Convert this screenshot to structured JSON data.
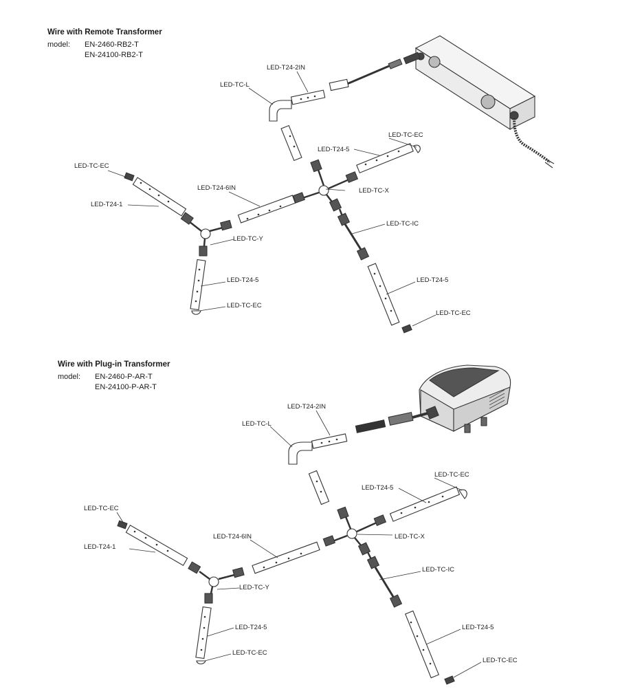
{
  "diagrams": [
    {
      "title": "Wire with Remote Transformer",
      "model_label": "model:",
      "models": [
        "EN-2460-RB2-T",
        "EN-24100-RB2-T"
      ],
      "labels": {
        "t24_2in": "LED-T24-2IN",
        "tc_l": "LED-TC-L",
        "tc_ec_right": "LED-TC-EC",
        "t24_5_upper": "LED-T24-5",
        "tc_ec_left": "LED-TC-EC",
        "t24_6in": "LED-T24-6IN",
        "tc_x": "LED-TC-X",
        "t24_1": "LED-T24-1",
        "tc_ic": "LED-TC-IC",
        "tc_y": "LED-TC-Y",
        "t24_5_left": "LED-T24-5",
        "t24_5_right": "LED-T24-5",
        "tc_ec_bottom_left": "LED-TC-EC",
        "tc_ec_bottom_right": "LED-TC-EC"
      }
    },
    {
      "title": "Wire with Plug-in Transformer",
      "model_label": "model:",
      "models": [
        "EN-2460-P-AR-T",
        "EN-24100-P-AR-T"
      ],
      "labels": {
        "t24_2in": "LED-T24-2IN",
        "tc_l": "LED-TC-L",
        "tc_ec_right": "LED-TC-EC",
        "t24_5_upper": "LED-T24-5",
        "tc_ec_left": "LED-TC-EC",
        "t24_6in": "LED-T24-6IN",
        "tc_x": "LED-TC-X",
        "t24_1": "LED-T24-1",
        "tc_ic": "LED-TC-IC",
        "tc_y": "LED-TC-Y",
        "t24_5_left": "LED-T24-5",
        "t24_5_right": "LED-T24-5",
        "tc_ec_bottom_left": "LED-TC-EC",
        "tc_ec_bottom_right": "LED-TC-EC"
      }
    }
  ]
}
